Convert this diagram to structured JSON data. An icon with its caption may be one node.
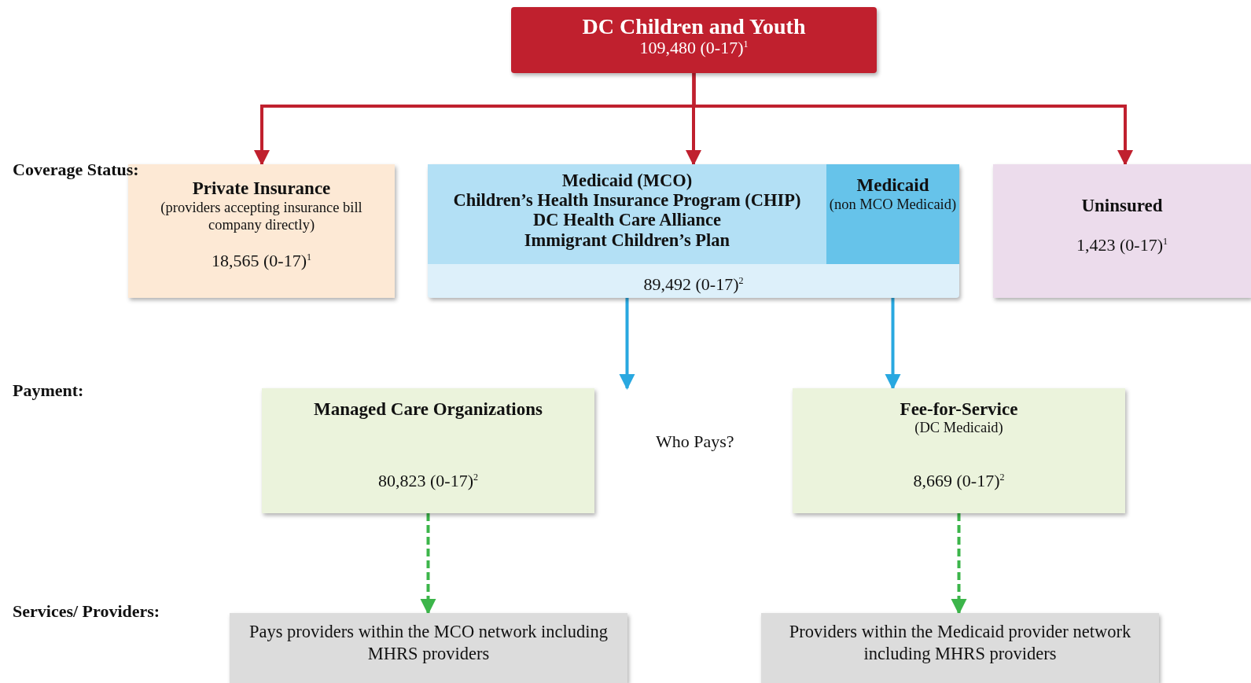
{
  "diagram": {
    "nodes": [
      {
        "text": [
          "DC Children and Youth",
          "109,480 (0-17)$^{1}$"
        ]
      },
      {
        "text": [
          "Private Insurance",
          "(providers accepting insurance bill company directly)",
          "18,565 (0-17)$^{1}$"
        ]
      },
      {
        "text": [
          "89,492 (0-17)$^{2}$"
        ]
      },
      {
        "text": [
          "Medicaid (MCO)",
          "Children’s Health Insurance Program (CHIP)",
          "DC Health Care Alliance",
          "Immigrant Children’s Plan"
        ],
        "in": 2
      },
      {
        "text": [
          "Medicaid",
          "(non MCO Medicaid)"
        ],
        "in": 2
      },
      {
        "text": [
          "Uninsured",
          "1,423 (0-17)$^{1}$"
        ]
      },
      {
        "text": [
          "Managed Care Organizations",
          "80,823 (0-17)$^{2}$"
        ]
      },
      {
        "text": [
          "Fee-for-Service",
          "(DC Medicaid)",
          "8,669 (0-17)$^{2}$"
        ]
      },
      {
        "text": [
          "Pays providers within the MCO network including MHRS providers"
        ]
      },
      {
        "text": [
          "Providers within the Medicaid provider network including MHRS providers"
        ]
      }
    ],
    "edges": [
      {
        "from": 0,
        "to": 1,
        "arrow": "to",
        "color": "#c0202e"
      },
      {
        "from": 0,
        "to": 2,
        "arrow": "to",
        "color": "#c0202e"
      },
      {
        "from": 0,
        "to": 5,
        "arrow": "to",
        "color": "#c0202e"
      },
      {
        "from": 3,
        "to": 6,
        "arrow": "to",
        "color": "#29a8e0"
      },
      {
        "from": 4,
        "to": 7,
        "arrow": "to",
        "color": "#29a8e0"
      },
      {
        "from": 6,
        "to": 8,
        "arrow": "to",
        "style": "dashed",
        "color": "#3cb54a"
      },
      {
        "from": 7,
        "to": 9,
        "arrow": "to",
        "style": "dashed",
        "color": "#3cb54a"
      }
    ],
    "labels": [
      "Coverage Status:",
      "Payment:",
      "Who Pays?",
      "Services/ Providers:"
    ]
  }
}
